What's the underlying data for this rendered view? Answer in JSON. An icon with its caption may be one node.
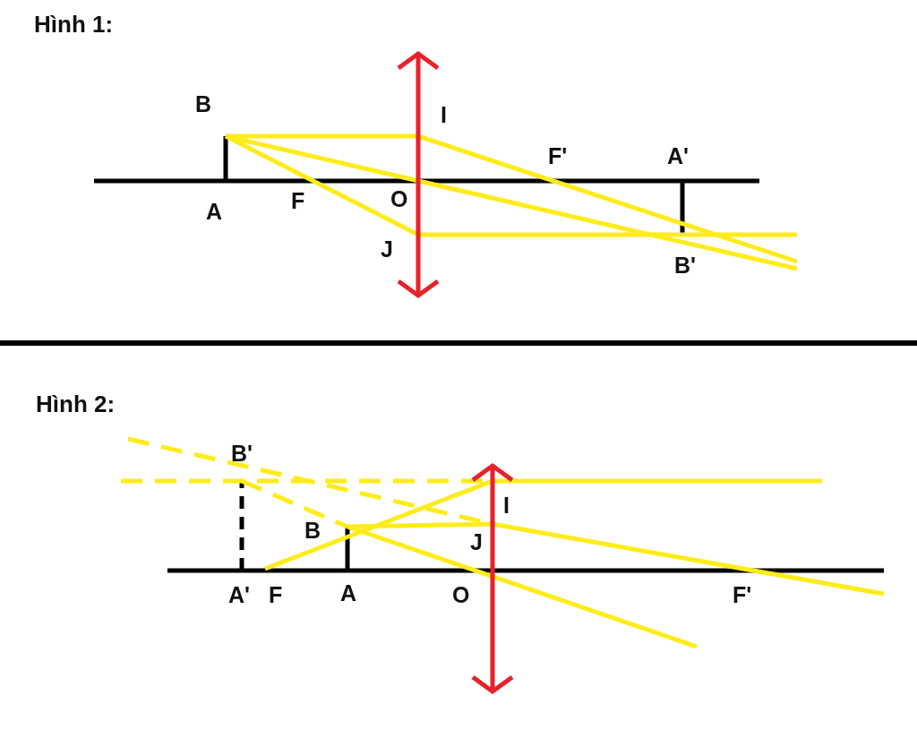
{
  "diagram": {
    "labels": [
      "Hình 1:",
      "B",
      "I",
      "F'",
      "A'",
      "A",
      "F",
      "O",
      "J",
      "B'",
      "Hình 2:",
      "B'",
      "I",
      "B",
      "J",
      "A'",
      "F",
      "A",
      "O",
      "F'"
    ]
  }
}
